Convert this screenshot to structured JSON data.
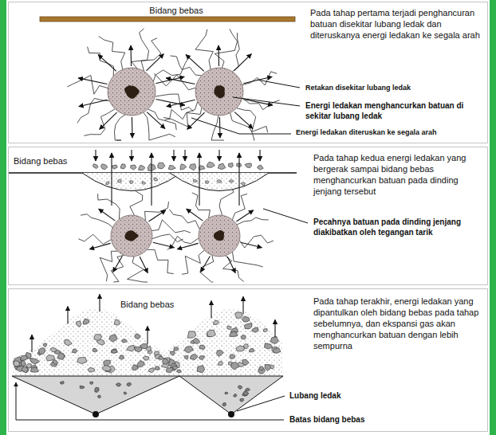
{
  "diagram": {
    "nodes": [
      {
        "text": [
          "Bidang bebas",
          "Pada tahap pertama terjadi penghancuran batuan disekitar lubang ledak dan diteruskanya energi ledakan ke segala arah",
          "Retakan disekitar lubang ledak",
          "Energi ledakan menghancurkan batuan di sekitar lubang ledak",
          "Energi ledakan diteruskan ke segala arah"
        ]
      },
      {
        "text": [
          "Bidang bebas",
          "Pada tahap kedua energi ledakan yang bergerak sampai bidang bebas menghancurkan batuan pada dinding jenjang tersebut",
          "Pecahnya batuan pada dinding jenjang diakibatkan oleh tegangan tarik"
        ]
      },
      {
        "text": [
          "Bidang bebas",
          "Pada tahap terakhir, energi ledakan yang dipantulkan oleh bidang bebas pada tahap sebelumnya, dan ekspansi gas akan menghancurkan batuan dengan lebih sempurna",
          "Lubang ledak",
          "Batas bidang bebas"
        ]
      }
    ]
  }
}
